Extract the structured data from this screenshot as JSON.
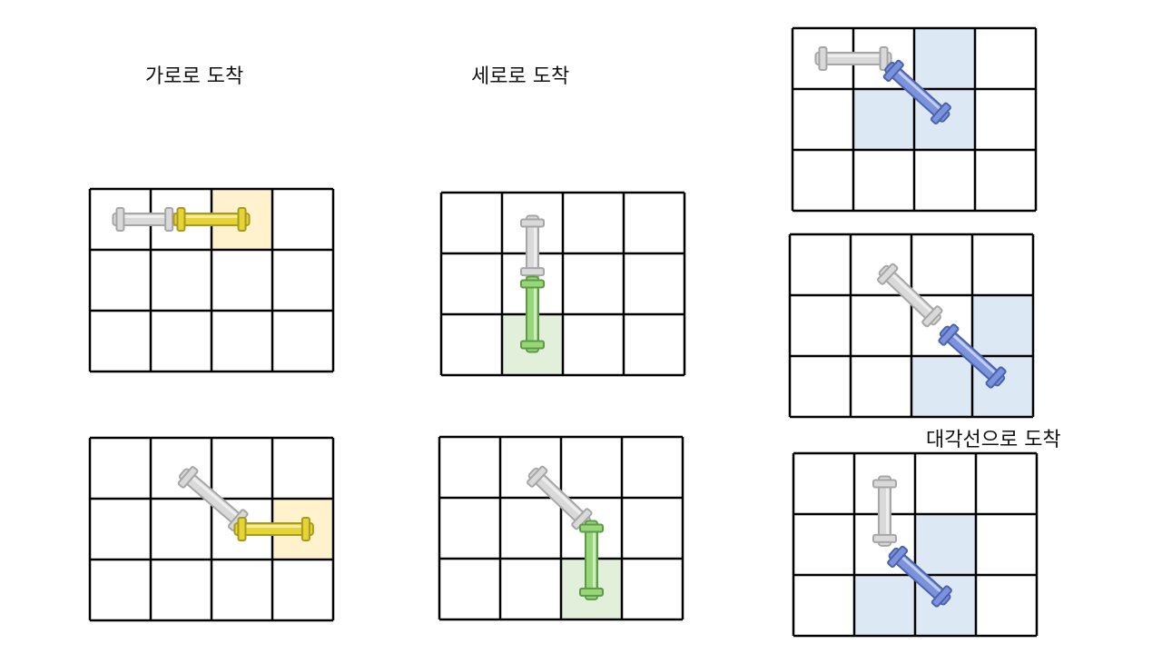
{
  "labels": {
    "horizontal": "가로로 도착",
    "vertical": "세로로 도착",
    "diagonal": "대각선으로 도착"
  },
  "colors": {
    "grid_line": "#000000",
    "ghost_pipe": "#d9d9d9",
    "ghost_pipe_stroke": "#a6a6a6",
    "horizontal_pipe": "#e6d437",
    "horizontal_pipe_stroke": "#a89a1e",
    "horizontal_highlight": "#fff2cc",
    "vertical_pipe": "#98d67a",
    "vertical_pipe_stroke": "#5e9a45",
    "vertical_highlight": "#e2efda",
    "diagonal_pipe": "#7b93dc",
    "diagonal_pipe_stroke": "#4a62ad",
    "diagonal_highlight": "#dde8f5"
  },
  "grid": {
    "rows": 3,
    "cols": 4
  },
  "panels": [
    {
      "id": "h-from-horizontal",
      "highlight": [
        [
          0,
          2
        ]
      ],
      "highlight_color": "horizontal",
      "ghost": "horizontal",
      "pipe": "horizontal",
      "pipe_color": "horizontal"
    },
    {
      "id": "h-from-diagonal",
      "highlight": [
        [
          1,
          3
        ]
      ],
      "highlight_color": "horizontal",
      "ghost": "diagonal",
      "pipe": "horizontal",
      "pipe_color": "horizontal"
    },
    {
      "id": "v-from-vertical",
      "highlight": [
        [
          2,
          1
        ]
      ],
      "highlight_color": "vertical",
      "ghost": "vertical",
      "pipe": "vertical",
      "pipe_color": "vertical"
    },
    {
      "id": "v-from-diagonal",
      "highlight": [
        [
          2,
          2
        ]
      ],
      "highlight_color": "vertical",
      "ghost": "diagonal",
      "pipe": "vertical",
      "pipe_color": "vertical"
    },
    {
      "id": "d-from-horizontal",
      "highlight": [
        [
          0,
          2
        ],
        [
          1,
          1
        ],
        [
          1,
          2
        ]
      ],
      "highlight_color": "diagonal",
      "ghost": "horizontal",
      "pipe": "diagonal",
      "pipe_color": "diagonal"
    },
    {
      "id": "d-from-diagonal",
      "highlight": [
        [
          1,
          3
        ],
        [
          2,
          2
        ],
        [
          2,
          3
        ]
      ],
      "highlight_color": "diagonal",
      "ghost": "diagonal",
      "pipe": "diagonal",
      "pipe_color": "diagonal"
    },
    {
      "id": "d-from-vertical",
      "highlight": [
        [
          1,
          2
        ],
        [
          2,
          1
        ],
        [
          2,
          2
        ]
      ],
      "highlight_color": "diagonal",
      "ghost": "vertical",
      "pipe": "diagonal",
      "pipe_color": "diagonal"
    }
  ]
}
